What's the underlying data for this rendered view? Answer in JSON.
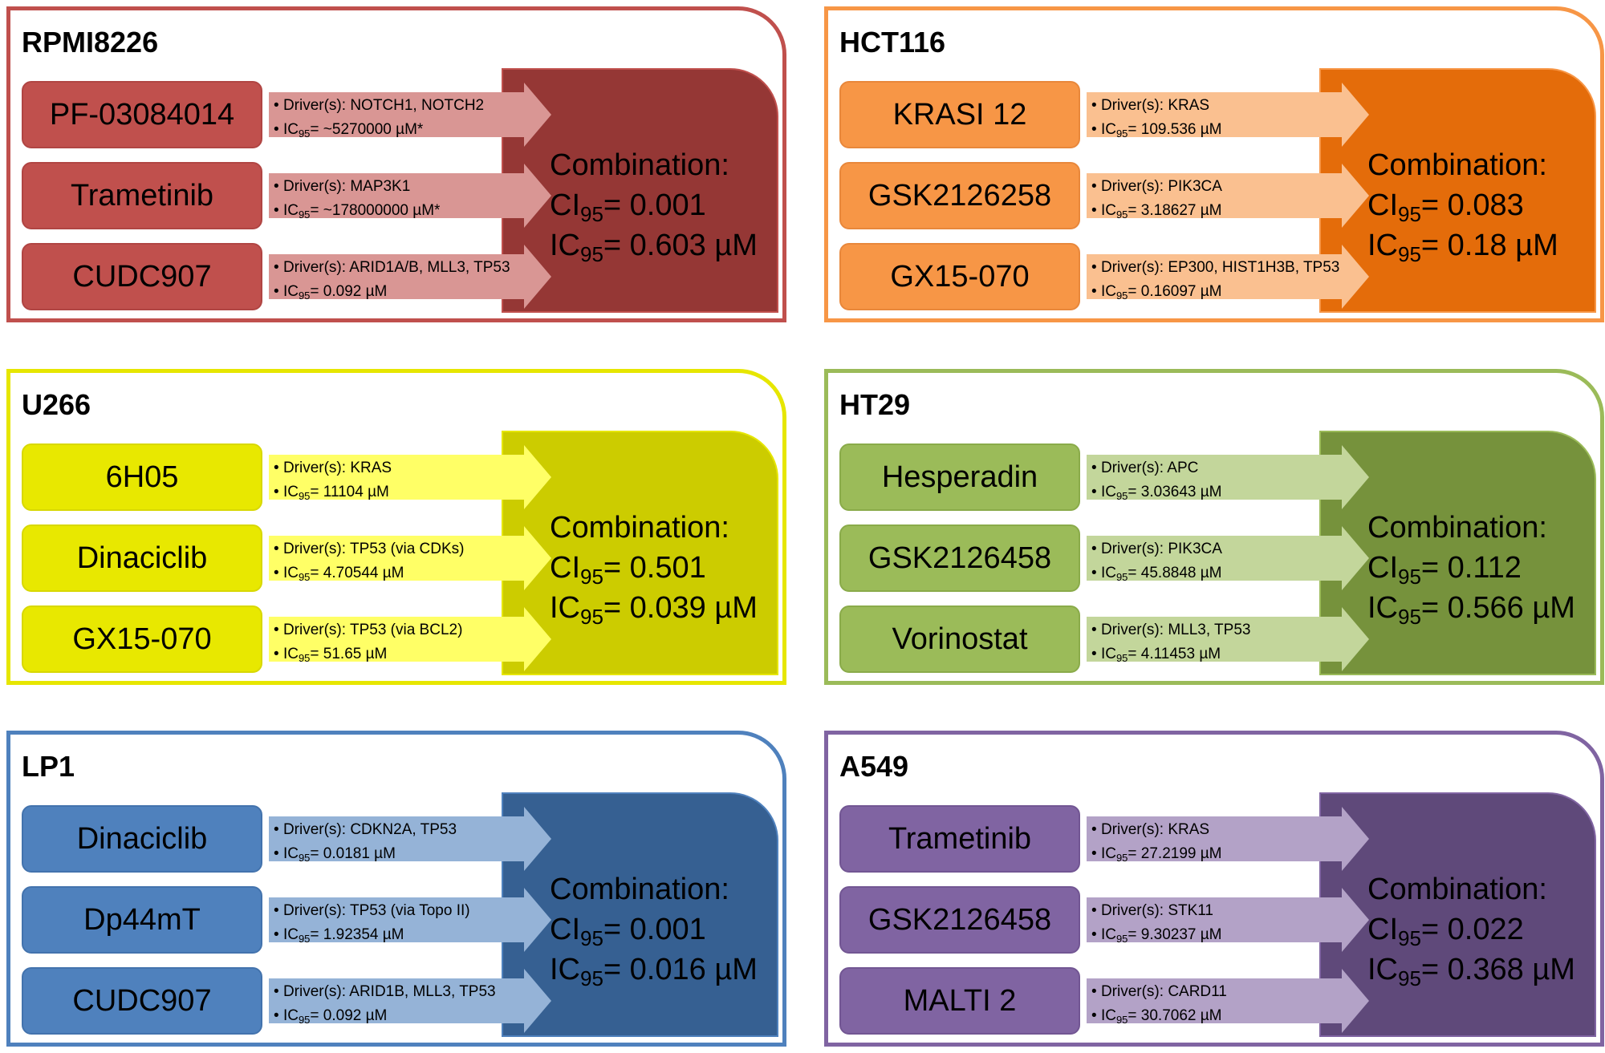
{
  "panels": [
    {
      "title": "RPMI8226",
      "colors": {
        "border": "#c0504d",
        "drug_fill": "#c0504d",
        "drug_border": "#b04543",
        "arrow": "#d99694",
        "combo": "#953735",
        "combo_border": "#c0504d"
      },
      "drugs": [
        {
          "name": "PF-03084014",
          "driver": "Driver(s): NOTCH1, NOTCH2",
          "ic_label": "IC",
          "ic_sub": "95",
          "ic_value": "= ~5270000 µM*"
        },
        {
          "name": "Trametinib",
          "driver": "Driver(s): MAP3K1",
          "ic_label": "IC",
          "ic_sub": "95",
          "ic_value": "= ~178000000 µM*"
        },
        {
          "name": "CUDC907",
          "driver": "Driver(s): ARID1A/B, MLL3, TP53",
          "ic_label": "IC",
          "ic_sub": "95",
          "ic_value": "= 0.092 µM"
        }
      ],
      "combination": {
        "label": "Combination:",
        "ci_label": "CI",
        "ci_sub": "95",
        "ci_value": "= 0.001",
        "ic_label": "IC",
        "ic_sub": "95",
        "ic_value": "= 0.603 µM"
      }
    },
    {
      "title": "HCT116",
      "colors": {
        "border": "#f79646",
        "drug_fill": "#f79646",
        "drug_border": "#e8873b",
        "arrow": "#fac090",
        "combo": "#e46c0a",
        "combo_border": "#f79646"
      },
      "drugs": [
        {
          "name": "KRASI 12",
          "driver": "Driver(s): KRAS",
          "ic_label": "IC",
          "ic_sub": "95",
          "ic_value": "= 109.536 µM"
        },
        {
          "name": "GSK2126258",
          "driver": "Driver(s): PIK3CA",
          "ic_label": "IC",
          "ic_sub": "95",
          "ic_value": "= 3.18627 µM"
        },
        {
          "name": "GX15-070",
          "driver": "Driver(s): EP300, HIST1H3B, TP53",
          "ic_label": "IC",
          "ic_sub": "95",
          "ic_value": "= 0.16097 µM"
        }
      ],
      "combination": {
        "label": "Combination:",
        "ci_label": "CI",
        "ci_sub": "95",
        "ci_value": "= 0.083",
        "ic_label": "IC",
        "ic_sub": "95",
        "ic_value": "= 0.18 µM"
      }
    },
    {
      "title": "U266",
      "colors": {
        "border": "#e6e600",
        "drug_fill": "#e8e800",
        "drug_border": "#d8d800",
        "arrow": "#ffff66",
        "combo": "#cccc00",
        "combo_border": "#e6e600"
      },
      "drugs": [
        {
          "name": "6H05",
          "driver": "Driver(s): KRAS",
          "ic_label": "IC",
          "ic_sub": "95",
          "ic_value": "= 11104 µM"
        },
        {
          "name": "Dinaciclib",
          "driver": "Driver(s): TP53 (via CDKs)",
          "ic_label": "IC",
          "ic_sub": "95",
          "ic_value": "= 4.70544 µM"
        },
        {
          "name": "GX15-070",
          "driver": "Driver(s): TP53 (via BCL2)",
          "ic_label": "IC",
          "ic_sub": "95",
          "ic_value": "= 51.65 µM"
        }
      ],
      "combination": {
        "label": "Combination:",
        "ci_label": "CI",
        "ci_sub": "95",
        "ci_value": "= 0.501",
        "ic_label": "IC",
        "ic_sub": "95",
        "ic_value": "= 0.039 µM"
      }
    },
    {
      "title": "HT29",
      "colors": {
        "border": "#9bbb59",
        "drug_fill": "#9bbb59",
        "drug_border": "#8aab4a",
        "arrow": "#c3d69b",
        "combo": "#76923c",
        "combo_border": "#9bbb59"
      },
      "drugs": [
        {
          "name": "Hesperadin",
          "driver": "Driver(s): APC",
          "ic_label": "IC",
          "ic_sub": "95",
          "ic_value": "= 3.03643 µM"
        },
        {
          "name": "GSK2126458",
          "driver": "Driver(s): PIK3CA",
          "ic_label": "IC",
          "ic_sub": "95",
          "ic_value": "= 45.8848 µM"
        },
        {
          "name": "Vorinostat",
          "driver": "Driver(s): MLL3, TP53",
          "ic_label": "IC",
          "ic_sub": "95",
          "ic_value": "= 4.11453 µM"
        }
      ],
      "combination": {
        "label": "Combination:",
        "ci_label": "CI",
        "ci_sub": "95",
        "ci_value": "= 0.112",
        "ic_label": "IC",
        "ic_sub": "95",
        "ic_value": "= 0.566 µM"
      }
    },
    {
      "title": "LP1",
      "colors": {
        "border": "#4f81bd",
        "drug_fill": "#4f81bd",
        "drug_border": "#4373ad",
        "arrow": "#95b3d7",
        "combo": "#366092",
        "combo_border": "#4f81bd"
      },
      "drugs": [
        {
          "name": "Dinaciclib",
          "driver": "Driver(s): CDKN2A, TP53",
          "ic_label": "IC",
          "ic_sub": "95",
          "ic_value": "= 0.0181 µM"
        },
        {
          "name": "Dp44mT",
          "driver": "Driver(s): TP53 (via Topo II)",
          "ic_label": "IC",
          "ic_sub": "95",
          "ic_value": "= 1.92354 µM"
        },
        {
          "name": "CUDC907",
          "driver": "Driver(s): ARID1B, MLL3, TP53",
          "ic_label": "IC",
          "ic_sub": "95",
          "ic_value": "= 0.092 µM"
        }
      ],
      "combination": {
        "label": "Combination:",
        "ci_label": "CI",
        "ci_sub": "95",
        "ci_value": "= 0.001",
        "ic_label": "IC",
        "ic_sub": "95",
        "ic_value": "= 0.016 µM"
      }
    },
    {
      "title": "A549",
      "colors": {
        "border": "#8064a2",
        "drug_fill": "#8064a2",
        "drug_border": "#725693",
        "arrow": "#b3a2c7",
        "combo": "#5f497a",
        "combo_border": "#8064a2"
      },
      "drugs": [
        {
          "name": "Trametinib",
          "driver": "Driver(s): KRAS",
          "ic_label": "IC",
          "ic_sub": "95",
          "ic_value": "= 27.2199 µM"
        },
        {
          "name": "GSK2126458",
          "driver": "Driver(s): STK11",
          "ic_label": "IC",
          "ic_sub": "95",
          "ic_value": "= 9.30237 µM"
        },
        {
          "name": "MALTI 2",
          "driver": "Driver(s): CARD11",
          "ic_label": "IC",
          "ic_sub": "95",
          "ic_value": "= 30.7062 µM"
        }
      ],
      "combination": {
        "label": "Combination:",
        "ci_label": "CI",
        "ci_sub": "95",
        "ci_value": "= 0.022",
        "ic_label": "IC",
        "ic_sub": "95",
        "ic_value": "= 0.368 µM"
      }
    }
  ]
}
